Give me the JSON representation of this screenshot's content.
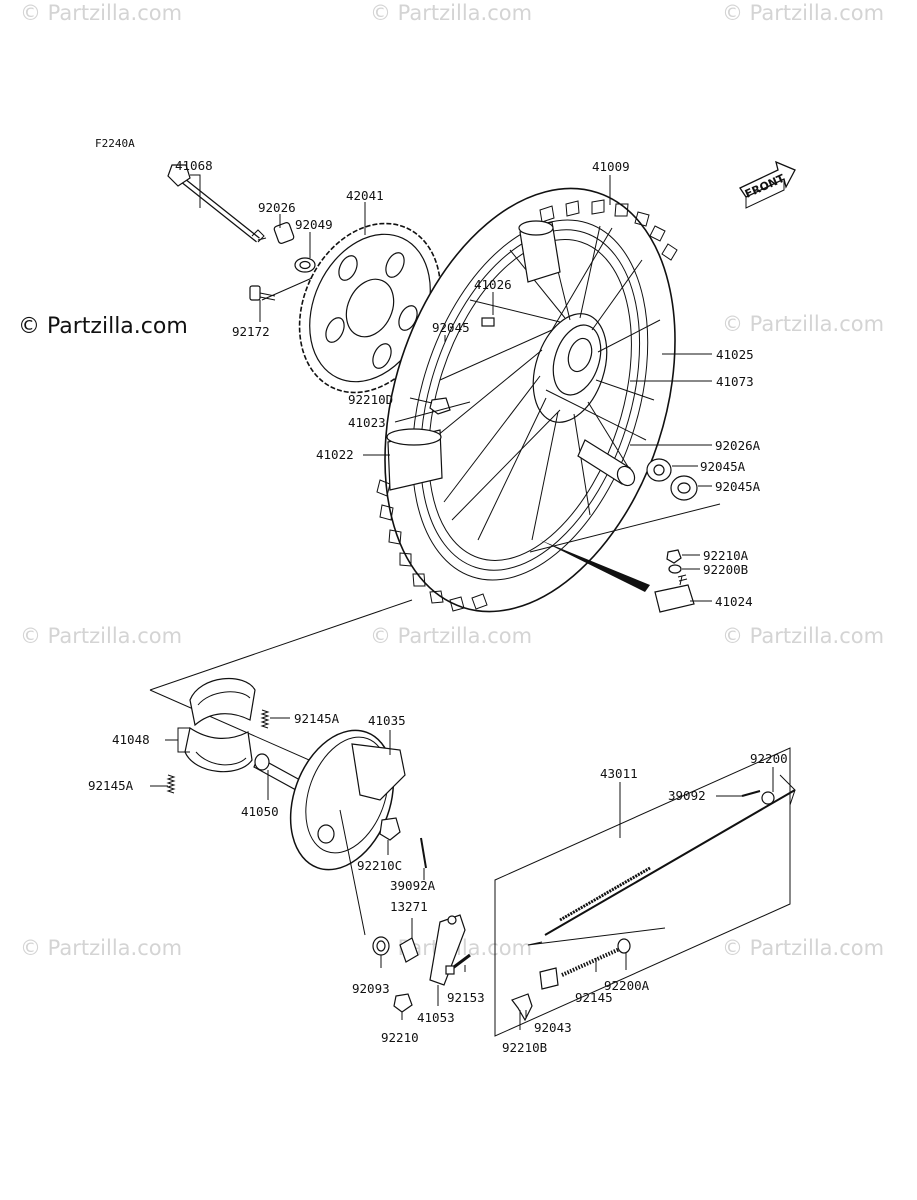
{
  "diagram_code": "F2240A",
  "watermark": "© Partzilla.com",
  "front_label": "FRONT",
  "callouts": {
    "p41068": "41068",
    "p92026": "92026",
    "p92049": "92049",
    "p42041": "42041",
    "p92172": "92172",
    "p41009": "41009",
    "p41026": "41026",
    "p92045": "92045",
    "p41025": "41025",
    "p41073": "41073",
    "p92210D": "92210D",
    "p41023": "41023",
    "p41022": "41022",
    "p92026A": "92026A",
    "p92045A_1": "92045A",
    "p92045A_2": "92045A",
    "p92210A": "92210A",
    "p92200B": "92200B",
    "p41024": "41024",
    "p92145A_1": "92145A",
    "p41035": "41035",
    "p41048": "41048",
    "p92145A_2": "92145A",
    "p41050": "41050",
    "p92210C": "92210C",
    "p39092A": "39092A",
    "p13271": "13271",
    "p43011": "43011",
    "p92200": "92200",
    "p39092": "39092",
    "p92093": "92093",
    "p92153": "92153",
    "p41053": "41053",
    "p92210": "92210",
    "p92043": "92043",
    "p92145": "92145",
    "p92200A": "92200A",
    "p92210B": "92210B"
  }
}
